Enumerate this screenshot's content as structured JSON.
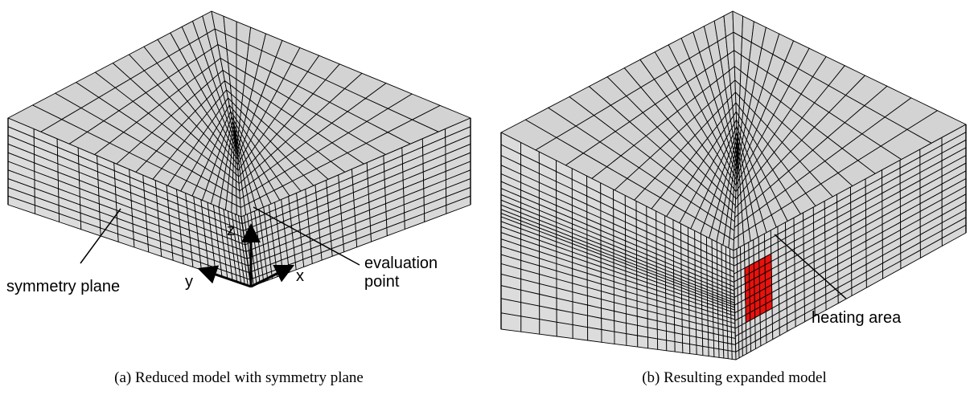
{
  "panel_a": {
    "caption": "(a) Reduced model with symmetry plane",
    "labels": {
      "symmetry_plane": "symmetry plane",
      "evaluation_point_line1": "evaluation",
      "evaluation_point_line2": "point"
    },
    "axes": {
      "x": "x",
      "y": "y",
      "z": "z"
    }
  },
  "panel_b": {
    "caption": "(b) Resulting expanded model",
    "labels": {
      "heating_area": "heating area"
    }
  },
  "colors": {
    "mesh_fill": "#d3d3d3",
    "mesh_line": "#000000",
    "heating_area": "#e8120c"
  }
}
